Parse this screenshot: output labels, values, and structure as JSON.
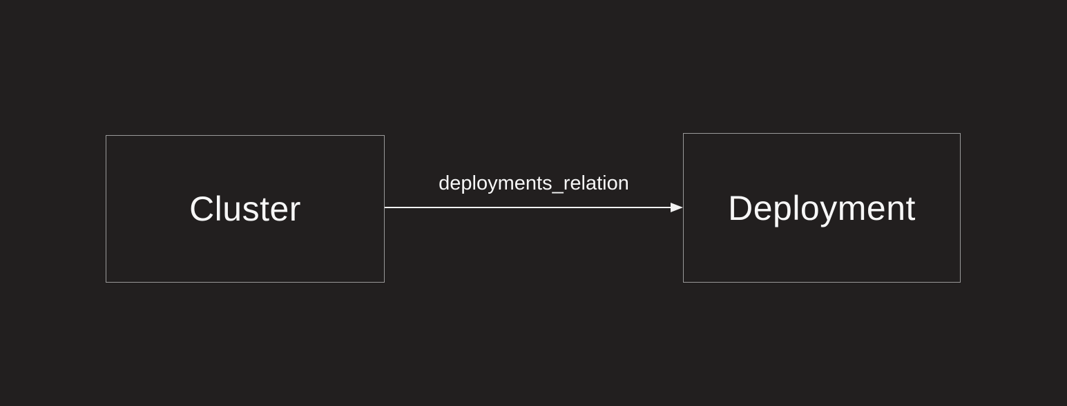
{
  "diagram": {
    "background_color": "#221f1f",
    "node_border_color": "#9a9a9a",
    "edge_color": "#f2f2f2",
    "text_color": "#f7f7f7",
    "nodes": [
      {
        "id": "cluster",
        "label": "Cluster"
      },
      {
        "id": "deployment",
        "label": "Deployment"
      }
    ],
    "edges": [
      {
        "from": "cluster",
        "to": "deployment",
        "label": "deployments_relation",
        "direction": "right"
      }
    ]
  }
}
